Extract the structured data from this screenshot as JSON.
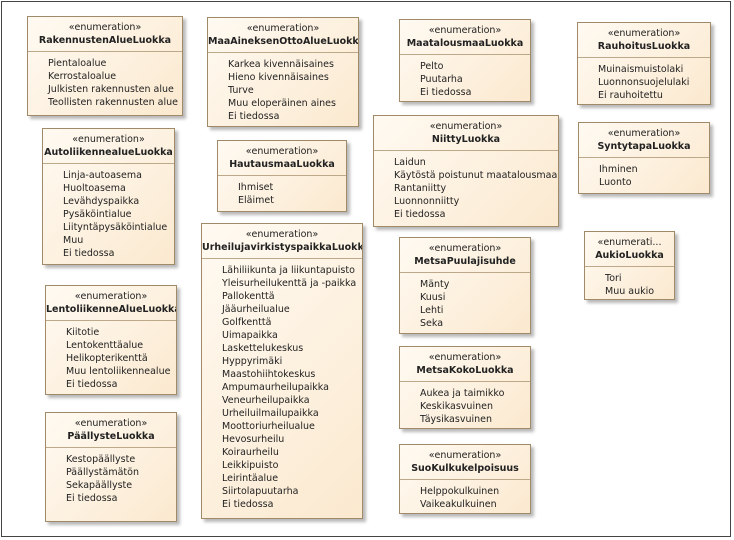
{
  "stereotype": "«enumeration»",
  "enums": [
    {
      "id": "rakennusten",
      "stereotype": "«enumeration»",
      "name": "RakennustenAlueLuokka",
      "values": [
        "Pientaloalue",
        "Kerrostaloalue",
        "Julkisten rakennusten alue",
        "Teollisten rakennusten alue"
      ]
    },
    {
      "id": "maaaineksen",
      "stereotype": "«enumeration»",
      "name": "MaaAineksenOttoAlueLuokka",
      "values": [
        "Karkea kivennäisaines",
        "Hieno kivennäisaines",
        "Turve",
        "Muu eloperäinen aines",
        "Ei tiedossa"
      ]
    },
    {
      "id": "maatalousmaa",
      "stereotype": "«enumeration»",
      "name": "MaatalousmaaLuokka",
      "values": [
        "Pelto",
        "Puutarha",
        "Ei tiedossa"
      ]
    },
    {
      "id": "rauhoitus",
      "stereotype": "«enumeration»",
      "name": "RauhoitusLuokka",
      "values": [
        "Muinaismuistolaki",
        "Luonnonsuojelulaki",
        "Ei rauhoitettu"
      ]
    },
    {
      "id": "autoliikenne",
      "stereotype": "«enumeration»",
      "name": "AutoliikennealueLuokka",
      "values": [
        "Linja-autoasema",
        "Huoltoasema",
        "Levähdyspaikka",
        "Pysäköintialue",
        "Liityntäpysäköintialue",
        "Muu",
        "Ei tiedossa"
      ]
    },
    {
      "id": "hautausmaa",
      "stereotype": "«enumeration»",
      "name": "HautausmaaLuokka",
      "values": [
        "Ihmiset",
        "Eläimet"
      ]
    },
    {
      "id": "niitty",
      "stereotype": "«enumeration»",
      "name": "NiittyLuokka",
      "values": [
        "Laidun",
        "Käytöstä poistunut maatalousmaa",
        "Rantaniitty",
        "Luonnonniitty",
        "Ei tiedossa"
      ]
    },
    {
      "id": "syntytapa",
      "stereotype": "«enumeration»",
      "name": "SyntytapaLuokka",
      "values": [
        "Ihminen",
        "Luonto"
      ]
    },
    {
      "id": "urheilu",
      "stereotype": "«enumeration»",
      "name": "UrheilujavirkistyspaikkaLuokka",
      "values": [
        "Lähiliikunta ja liikuntapuisto",
        "Yleisurheilukenttä ja -paikka",
        "Pallokenttä",
        "Jääurheilualue",
        "Golfkenttä",
        "Uimapaikka",
        "Laskettelukeskus",
        "Hyppyrimäki",
        "Maastohiihtokeskus",
        "Ampumaurheilupaikka",
        "Veneurheilupaikka",
        "Urheiluilmailupaikka",
        "Moottoriurheilualue",
        "Hevosurheilu",
        "Koiraurheilu",
        "Leikkipuisto",
        "Leirintäalue",
        "Siirtolapuutarha",
        "Ei tiedossa"
      ]
    },
    {
      "id": "metsapuulaji",
      "stereotype": "«enumeration»",
      "name": "MetsaPuulajisuhde",
      "values": [
        "Mänty",
        "Kuusi",
        "Lehti",
        "Seka"
      ]
    },
    {
      "id": "aukio",
      "stereotype": "«enumerati...",
      "name": "AukioLuokka",
      "values": [
        "Tori",
        "Muu aukio"
      ]
    },
    {
      "id": "lentoliikenne",
      "stereotype": "«enumeration»",
      "name": "LentoliikenneAlueLuokka",
      "values": [
        "Kiitotie",
        "Lentokenttäalue",
        "Helikopterikenttä",
        "Muu lentoliikennealue",
        "Ei tiedossa"
      ]
    },
    {
      "id": "metsakoko",
      "stereotype": "«enumeration»",
      "name": "MetsaKokoLuokka",
      "values": [
        "Aukea ja taimikko",
        "Keskikasvuinen",
        "Täysikasvuinen"
      ]
    },
    {
      "id": "paallyste",
      "stereotype": "«enumeration»",
      "name": "PäällysteLuokka",
      "values": [
        "Kestopäällyste",
        "Päällystämätön",
        "Sekapäällyste",
        "Ei tiedossa"
      ]
    },
    {
      "id": "suokulku",
      "stereotype": "«enumeration»",
      "name": "SuoKulkukelpoisuus",
      "values": [
        "Helppokulkuinen",
        "Vaikeakulkuinen"
      ]
    }
  ]
}
